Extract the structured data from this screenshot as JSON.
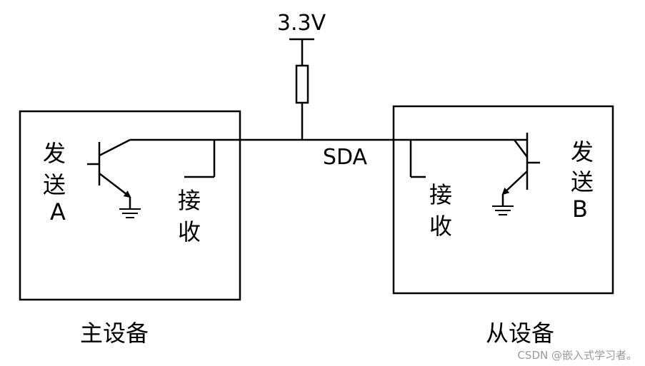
{
  "diagram": {
    "supply_label": "3.3V",
    "bus_label": "SDA",
    "master": {
      "title": "主设备",
      "send_label": [
        "发",
        "送",
        "A"
      ],
      "receive_label": [
        "接",
        "收"
      ]
    },
    "slave": {
      "title": "从设备",
      "send_label": [
        "发",
        "送",
        "B"
      ],
      "receive_label": [
        "接",
        "收"
      ]
    },
    "watermark": "CSDN @嵌入式学习者。"
  }
}
